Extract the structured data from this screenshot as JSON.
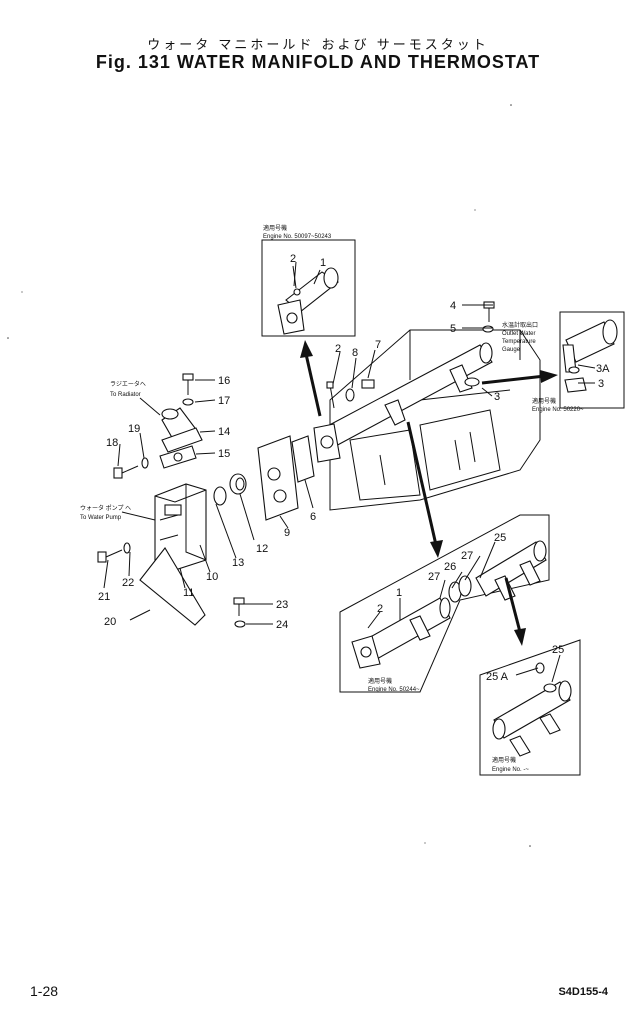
{
  "header": {
    "title_jp": "ウォータ マニホールド および サーモスタット",
    "title_en": "Fig. 131  WATER  MANIFOLD  AND  THERMOSTAT"
  },
  "footer": {
    "page": "1-28",
    "code": "S4D155-4"
  },
  "insets": {
    "top": {
      "jp": "適用号機",
      "engine": "Engine No. 50097~50243"
    },
    "right": {
      "jp": "適用号機",
      "engine": "Engine No. 50220~"
    },
    "middle": {
      "jp": "適用号機",
      "engine": "Engine No. 50244~"
    },
    "bottom": {
      "jp": "適用号機",
      "engine": "Engine No. -~"
    }
  },
  "notes": {
    "radiator_jp": "ラジエータへ",
    "radiator_en": "To Radiator",
    "pump_jp": "ウォータ ポンプ へ",
    "pump_en": "To Water Pump",
    "gauge_jp": "水温計取出口",
    "gauge_en1": "Outlet Water",
    "gauge_en2": "Temperature",
    "gauge_en3": "Gauge"
  },
  "part_numbers": {
    "p1": "1",
    "p2": "2",
    "p3": "3",
    "p3a": "3A",
    "p4": "4",
    "p5": "5",
    "p6": "6",
    "p7": "7",
    "p8": "8",
    "p9": "9",
    "p10": "10",
    "p11": "11",
    "p12": "12",
    "p13": "13",
    "p14": "14",
    "p15": "15",
    "p16": "16",
    "p17": "17",
    "p18": "18",
    "p19": "19",
    "p20": "20",
    "p21": "21",
    "p22": "22",
    "p23": "23",
    "p24": "24",
    "p25": "25",
    "p25a": "25 A",
    "p26": "26",
    "p27": "27"
  }
}
